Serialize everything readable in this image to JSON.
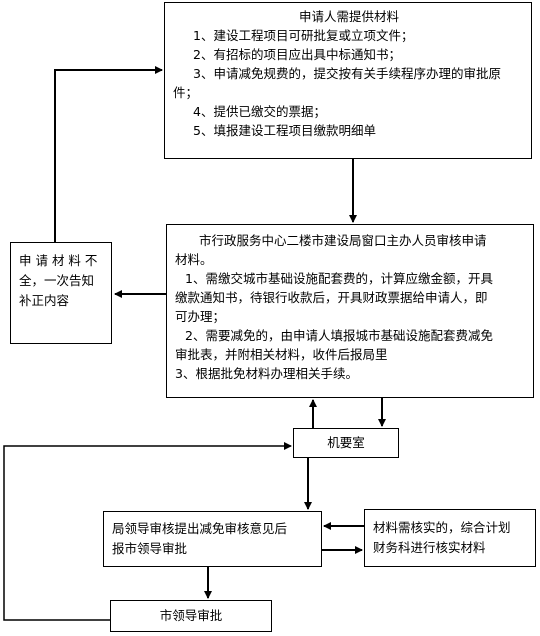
{
  "box_applicant": {
    "title": "申请人需提供材料",
    "items": [
      "1、建设工程项目可研批复或立项文件；",
      "2、有招标的项目应出具中标通知书；",
      "3、申请减免规费的，提交按有关手续程序办理的审批原",
      "件；",
      "4、提供已缴交的票据；",
      "5、填报建设工程项目缴款明细单"
    ]
  },
  "box_incomplete": {
    "lines": [
      "申 请 材 料 不",
      "全，一次告知",
      "补正内容"
    ]
  },
  "box_review": {
    "lines": [
      "市行政服务中心二楼市建设局窗口主办人员审核申请",
      "材料。",
      "1、需缴交城市基础设施配套费的，计算应缴金额，开具",
      "缴款通知书，待银行收款后，开具财政票据给申请人，即",
      "可办理；",
      "2、需要减免的，由申请人填报城市基础设施配套费减免",
      "审批表，并附相关材料，收件后报局里",
      "3、根据批免材料办理相关手续。"
    ]
  },
  "box_office": {
    "label": "机要室"
  },
  "box_bureau": {
    "lines": [
      "局领导审核提出减免审核意见后",
      "报市领导审批"
    ]
  },
  "box_finance": {
    "lines": [
      "材料需核实的，综合计划",
      "财务科进行核实材料"
    ]
  },
  "box_city": {
    "label": "市领导审批"
  }
}
